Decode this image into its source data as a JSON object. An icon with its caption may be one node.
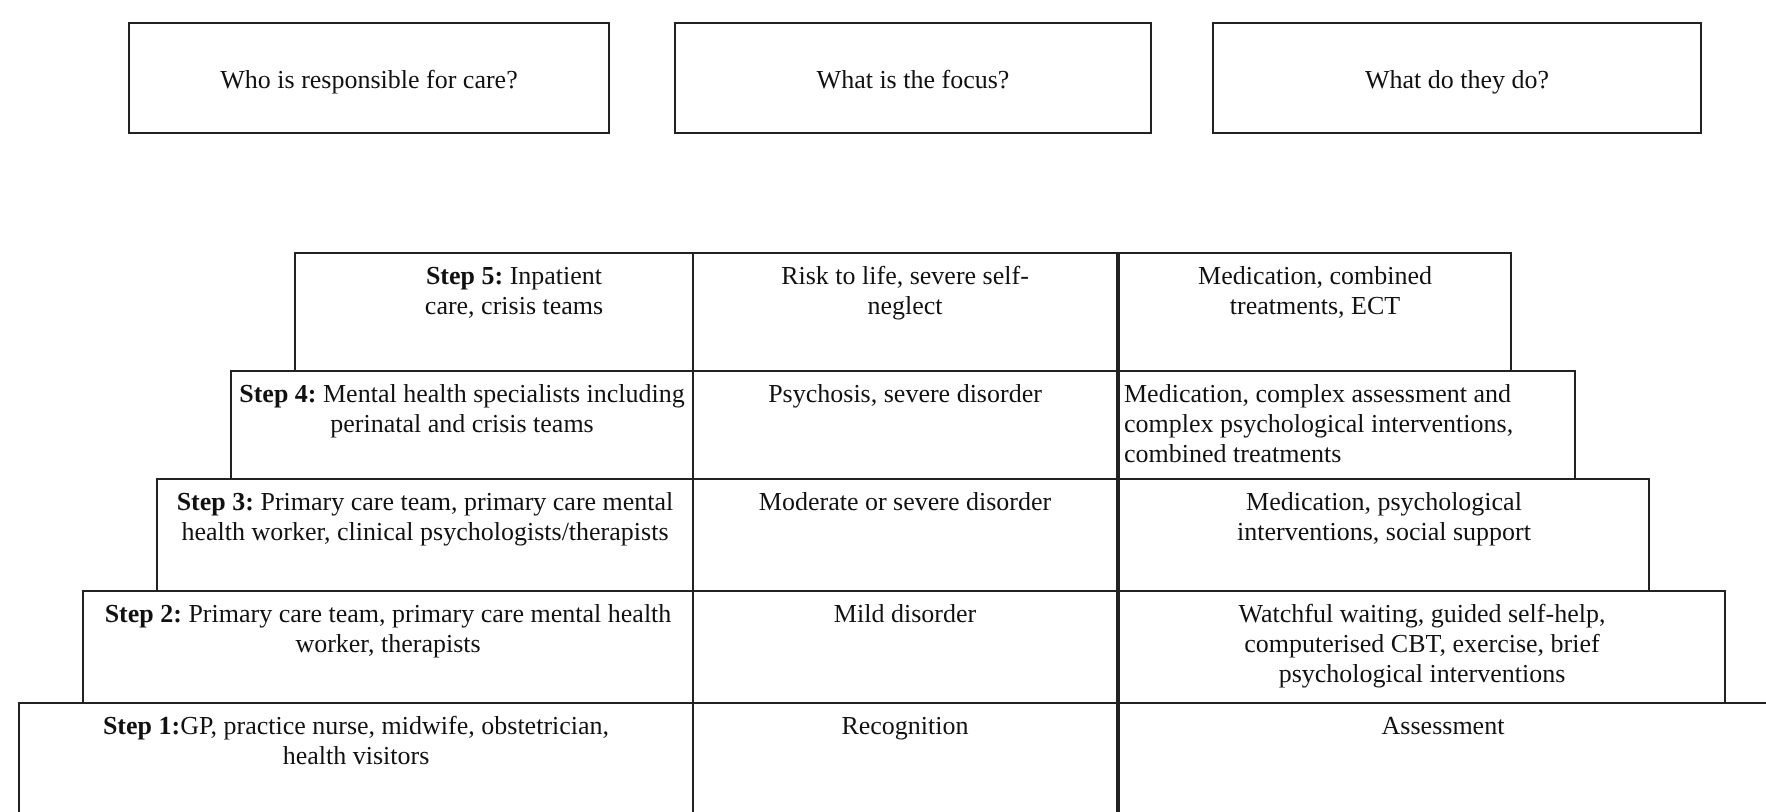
{
  "diagram": {
    "nodes": [
      {
        "text": [
          "Who is responsible for care?"
        ]
      },
      {
        "text": [
          "What is the focus?"
        ]
      },
      {
        "text": [
          "What do they do?"
        ]
      },
      {
        "text": [
          "**Step 5:** Inpatient care, crisis teams"
        ]
      },
      {
        "text": [
          "Risk to life, severe self-neglect"
        ]
      },
      {
        "text": [
          "Medication, combined treatments, ECT"
        ]
      },
      {
        "text": [
          "**Step 4:** Mental health specialists including perinatal and crisis teams"
        ]
      },
      {
        "text": [
          "Psychosis, severe disorder"
        ]
      },
      {
        "text": [
          "Medication, complex assessment and complex psychological interventions, combined treatments"
        ]
      },
      {
        "text": [
          "**Step 3:** Primary care team, primary care mental health worker, clinical psychologists/therapists"
        ]
      },
      {
        "text": [
          "Moderate or severe disorder"
        ]
      },
      {
        "text": [
          "Medication, psychological interventions, social support"
        ]
      },
      {
        "text": [
          "**Step 2:** Primary care team, primary care mental health worker, therapists"
        ]
      },
      {
        "text": [
          "Mild disorder"
        ]
      },
      {
        "text": [
          "Watchful waiting, guided self-help, computerised CBT, exercise, brief psychological interventions"
        ]
      },
      {
        "text": [
          "**Step 1:**GP, practice nurse, midwife, obstetrician, health visitors"
        ]
      },
      {
        "text": [
          "Recognition"
        ]
      },
      {
        "text": [
          "Assessment"
        ]
      }
    ]
  }
}
